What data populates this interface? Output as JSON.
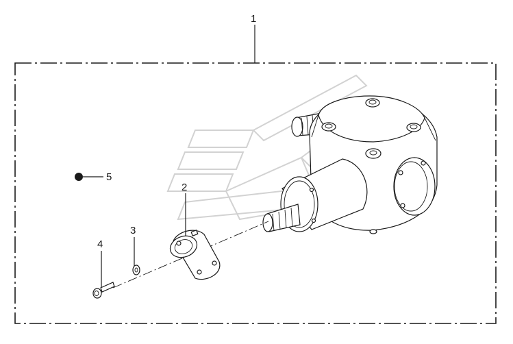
{
  "callouts": [
    {
      "id": "assembly",
      "label": "1"
    },
    {
      "id": "ring-collar",
      "label": "2"
    },
    {
      "id": "washer",
      "label": "3"
    },
    {
      "id": "bolt",
      "label": "4"
    },
    {
      "id": "grease-point",
      "label": "5"
    }
  ],
  "colors": {
    "line": "#1a1a1a",
    "watermark": "#d2d2d2",
    "background": "#ffffff"
  }
}
